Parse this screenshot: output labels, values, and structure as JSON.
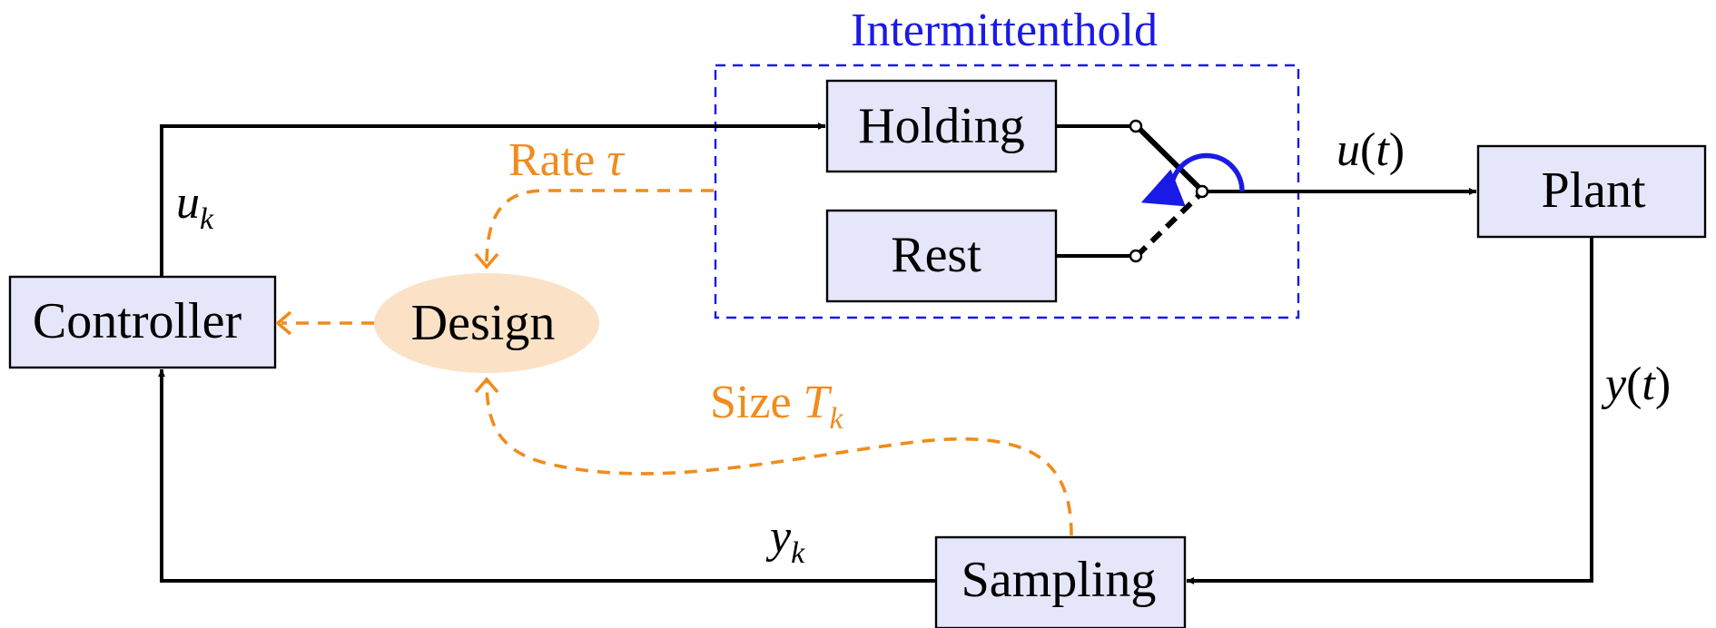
{
  "title": "Intermittenthold",
  "blocks": {
    "holding": "Holding",
    "rest": "Rest",
    "plant": "Plant",
    "controller": "Controller",
    "sampling": "Sampling",
    "design": "Design"
  },
  "signals": {
    "u_t": {
      "name": "u",
      "arg": "t"
    },
    "y_t": {
      "name": "y",
      "arg": "t"
    },
    "u_k": {
      "name": "u",
      "sub": "k"
    },
    "y_k": {
      "name": "y",
      "sub": "k"
    }
  },
  "annotations": {
    "rate": {
      "text": "Rate ",
      "symbol": "τ"
    },
    "size": {
      "text": "Size ",
      "symbol": "T",
      "sub": "k"
    }
  },
  "colors": {
    "block_fill": "#e6e6fa",
    "design_fill": "#fbe2c6",
    "orange": "#f08c1e",
    "blue": "#1a1ae6",
    "black": "#000000"
  }
}
